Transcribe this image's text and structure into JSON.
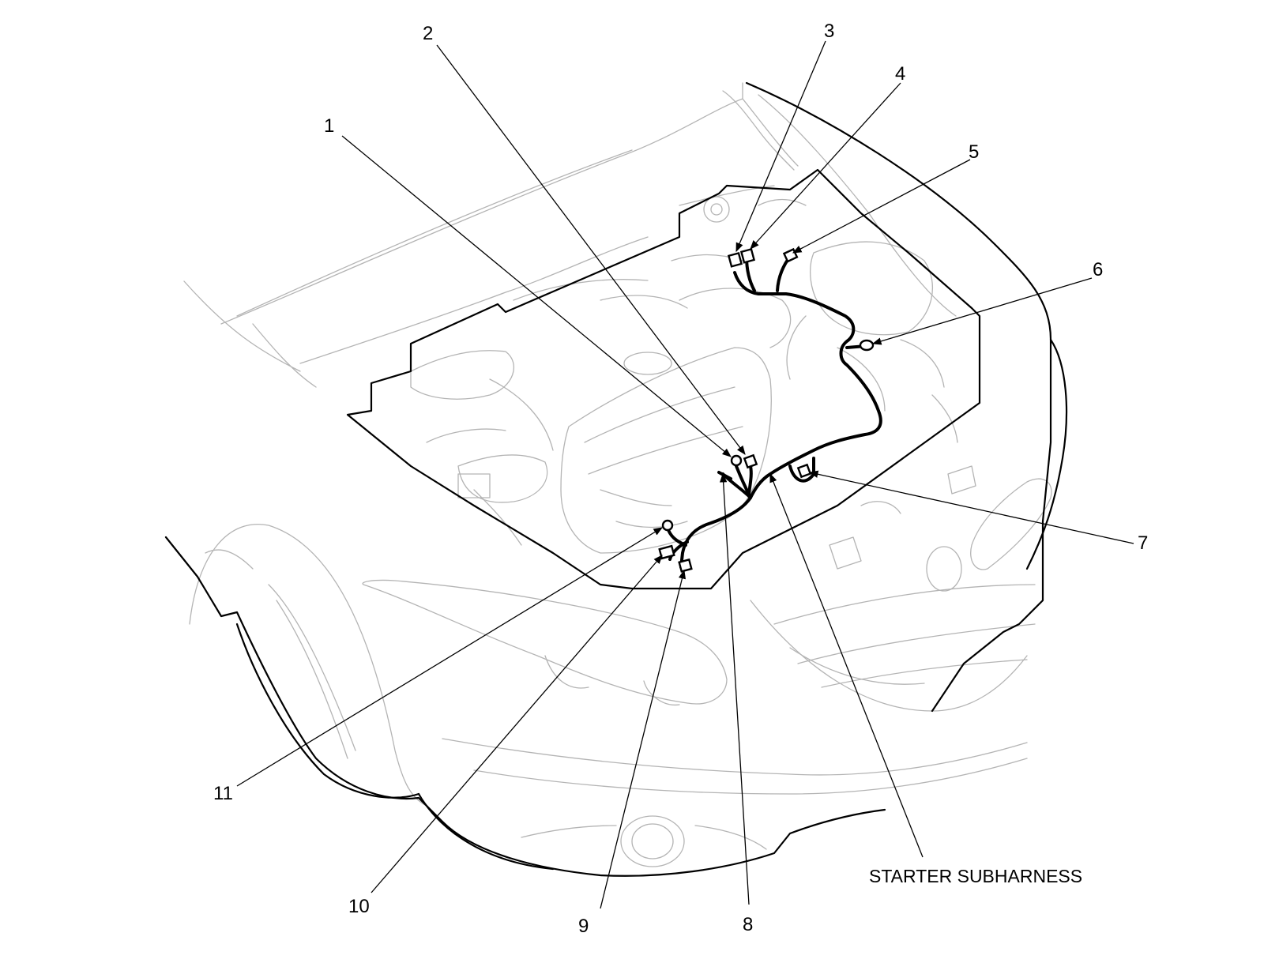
{
  "callouts": [
    {
      "id": "1",
      "label": "1"
    },
    {
      "id": "2",
      "label": "2"
    },
    {
      "id": "3",
      "label": "3"
    },
    {
      "id": "4",
      "label": "4"
    },
    {
      "id": "5",
      "label": "5"
    },
    {
      "id": "6",
      "label": "6"
    },
    {
      "id": "7",
      "label": "7"
    },
    {
      "id": "8",
      "label": "8"
    },
    {
      "id": "9",
      "label": "9"
    },
    {
      "id": "10",
      "label": "10"
    },
    {
      "id": "11",
      "label": "11"
    }
  ],
  "harness_label": "STARTER SUBHARNESS"
}
